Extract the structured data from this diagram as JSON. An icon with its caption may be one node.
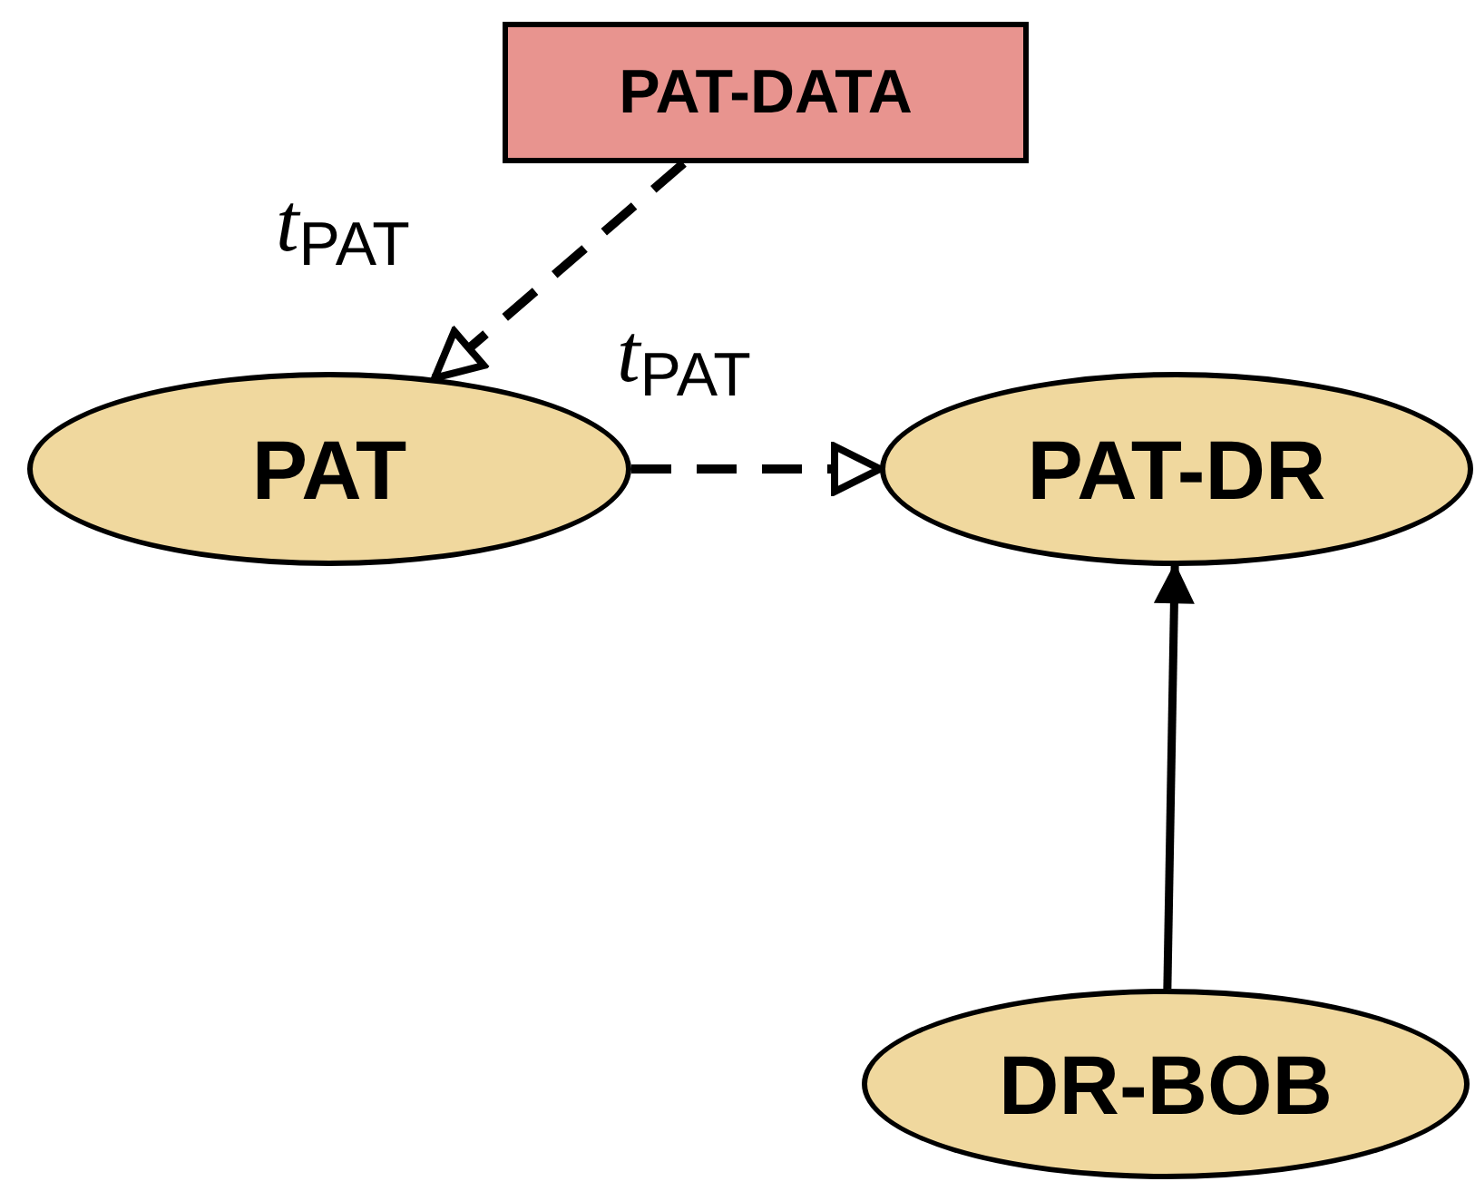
{
  "diagram": {
    "nodes": [
      {
        "text": [
          "PAT-DATA"
        ]
      },
      {
        "text": [
          "PAT"
        ]
      },
      {
        "text": [
          "PAT-DR"
        ]
      },
      {
        "text": [
          "DR-BOB"
        ]
      }
    ],
    "edges": [
      {
        "from": 0,
        "to": 1,
        "arrow": "to",
        "style": "dashed",
        "label": "*t*$_{PAT}$"
      },
      {
        "from": 1,
        "to": 2,
        "arrow": "to",
        "style": "dashed",
        "label": "*t*$_{PAT}$"
      },
      {
        "from": 3,
        "to": 2,
        "arrow": "to"
      }
    ]
  }
}
